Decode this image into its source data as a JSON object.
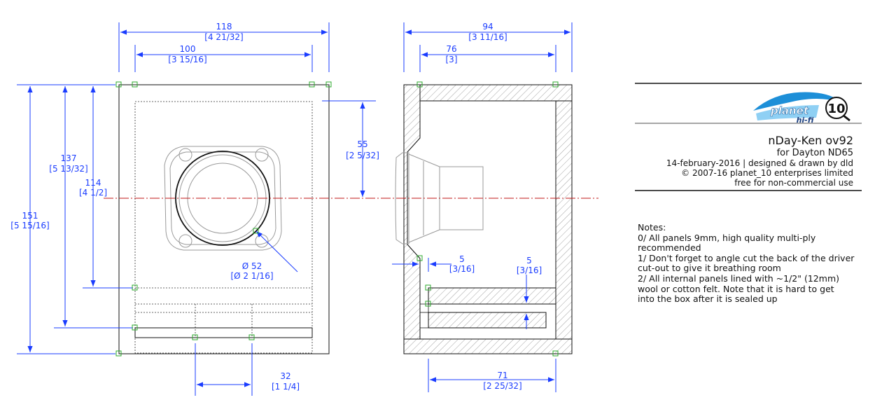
{
  "title_block": {
    "logo_text_top": "planet",
    "logo_text_bottom": "hi-fi",
    "logo_number": "10",
    "title": "nDay-Ken ov92",
    "subtitle": "for Dayton ND65",
    "date_line": "14-february-2016 | designed & drawn by dld",
    "copyright": "© 2007-16 planet_10 enterprises limited",
    "license": "free for non-commercial use"
  },
  "notes": {
    "heading": "Notes:",
    "lines": [
      "0/ All panels 9mm, high quality multi-ply",
      "recommended",
      "1/ Don't forget to angle cut the back of the driver",
      "cut-out to give it breathing room",
      "2/ All internal panels lined with ~1/2\" (12mm)",
      "wool or cotton felt. Note that it is hard to get",
      "into the box after it is sealed up"
    ]
  },
  "dimensions": {
    "front_width": {
      "mm": "118",
      "inch": "[4 21/32]"
    },
    "front_inner_width": {
      "mm": "100",
      "inch": "[3 15/16]"
    },
    "side_depth": {
      "mm": "94",
      "inch": "[3 11/16]"
    },
    "side_inner_depth": {
      "mm": "76",
      "inch": "[3]"
    },
    "height": {
      "mm": "151",
      "inch": "[5 15/16]"
    },
    "height_137": {
      "mm": "137",
      "inch": "[5 13/32]"
    },
    "height_114": {
      "mm": "114",
      "inch": "[4 1/2]"
    },
    "driver_offset": {
      "mm": "55",
      "inch": "[2 5/32]"
    },
    "driver_diameter": {
      "mm": "Ø 52",
      "inch": "[Ø 2 1/16]"
    },
    "port_spacing": {
      "mm": "32",
      "inch": "[1 1/4]"
    },
    "baffle_gap": {
      "mm": "5",
      "inch": "[3/16]"
    },
    "shelf_gap": {
      "mm": "5",
      "inch": "[3/16]"
    },
    "bottom_depth": {
      "mm": "71",
      "inch": "[2 25/32]"
    }
  },
  "colors": {
    "dimension": "#1a3cff",
    "centerline": "#c01818",
    "node": "#2ea82e",
    "outline": "#111111",
    "driver": "#9a9a9a"
  }
}
